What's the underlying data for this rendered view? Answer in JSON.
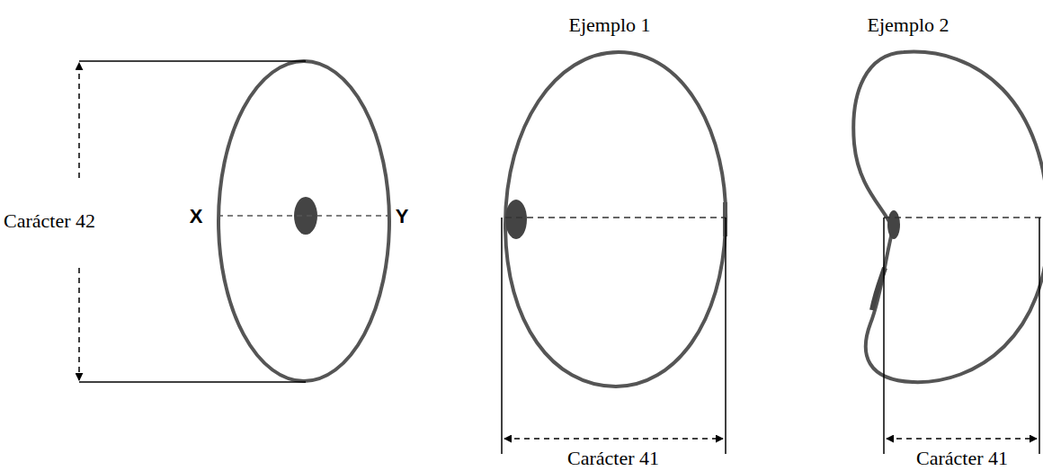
{
  "diagram": {
    "labels": [
      "Carácter 42",
      "X",
      "Y",
      "Ejemplo 1",
      "Ejemplo 2",
      "Carácter 41",
      "Carácter 41"
    ]
  }
}
